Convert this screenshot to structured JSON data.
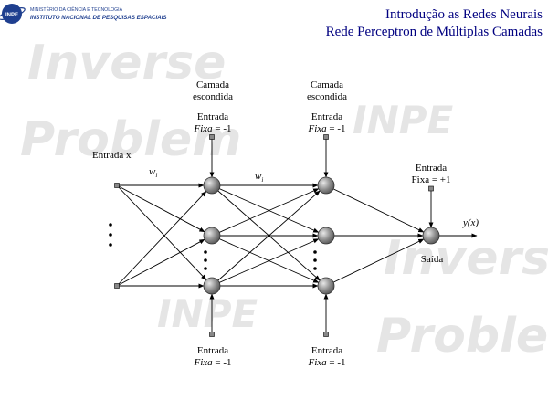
{
  "header": {
    "title_line1": "Introdução as Redes Neurais",
    "title_line2": "Rede Perceptron de Múltiplas Camadas"
  },
  "logo": {
    "badge": "INPE",
    "ministry": "MINISTÉRIO DA CIÊNCIA E TECNOLOGIA",
    "institute": "INSTITUTO NACIONAL DE PESQUISAS ESPACIAIS"
  },
  "watermark": {
    "line1": "Inverse",
    "line2": "Problem",
    "inpe": "INPE"
  },
  "diagram": {
    "hidden1_title_a": "Camada",
    "hidden1_title_b": "escondida",
    "hidden2_title_a": "Camada",
    "hidden2_title_b": "escondida",
    "bias_entrada": "Entrada",
    "bias_fixa_word": "Fixa",
    "bias_fixa_value": "= -1",
    "output_bias_a": "Entrada",
    "output_bias_b": "Fixa = +1",
    "input_label": "Entrada x",
    "weight_label_1": "w",
    "weight_label_1_sub": "i",
    "weight_label_2": "w",
    "weight_label_2_sub": "i",
    "output_label": "y(x)",
    "output_node_label": "Saída"
  },
  "colors": {
    "header_text": "#000080",
    "node_fill": "#8a8a8a",
    "watermark": "#d0d0d0"
  }
}
